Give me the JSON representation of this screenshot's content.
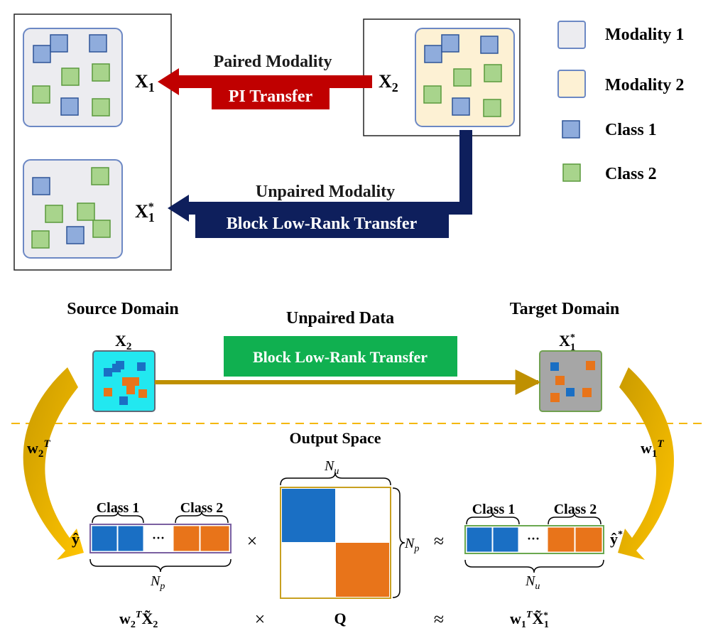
{
  "top": {
    "x1_label": "X",
    "x1_sub": "1",
    "x2_label": "X",
    "x2_sub": "2",
    "x1star_label": "X",
    "x1star_sub": "1",
    "x1star_sup": "*",
    "paired_modality": "Paired Modality",
    "pi_transfer": "PI Transfer",
    "unpaired_modality": "Unpaired Modality",
    "block_low_rank_transfer": "Block Low-Rank Transfer",
    "colors": {
      "modality1": "#ececf0",
      "modality2": "#fdf1d4",
      "class1": "#8facdc",
      "class2": "#a8d48c",
      "pi_arrow": "#c00000",
      "blr_arrow": "#0e1f5c"
    }
  },
  "legend": {
    "items": [
      {
        "label": "Modality 1",
        "color": "#ececf0",
        "border": "#6c88c4"
      },
      {
        "label": "Modality 2",
        "color": "#fdf1d4",
        "border": "#6c88c4"
      },
      {
        "label": "Class 1",
        "color": "#8facdc",
        "border": "#2e5597"
      },
      {
        "label": "Class 2",
        "color": "#a8d48c",
        "border": "#5a9a3c"
      }
    ]
  },
  "bottom": {
    "source_domain": "Source Domain",
    "target_domain": "Target Domain",
    "unpaired_data": "Unpaired Data",
    "block_low_rank_transfer": "Block Low-Rank Transfer",
    "output_space": "Output Space",
    "source_x": "X",
    "source_x_sub": "2",
    "target_x": "X",
    "target_x_sub": "1",
    "target_x_sup": "*",
    "w2t": "w",
    "w2t_sub": "2",
    "w2t_sup": "T",
    "w1t": "w",
    "w1t_sub": "1",
    "w1t_sup": "T",
    "y_hat": "ŷ",
    "y_hat_star": "ŷ",
    "y_hat_star_sup": "*",
    "class1": "Class 1",
    "class2": "Class 2",
    "dots": "···",
    "np": "N",
    "np_sub": "p",
    "nu": "N",
    "nu_sub": "u",
    "times": "×",
    "approx": "≈",
    "eq_left_w": "w",
    "eq_left_w_sub": "2",
    "eq_left_w_sup": "T",
    "eq_left_x": "X̃",
    "eq_left_x_sub": "2",
    "eq_q": "Q",
    "eq_right_w": "w",
    "eq_right_w_sub": "1",
    "eq_right_w_sup": "T",
    "eq_right_x": "X̃",
    "eq_right_x_sub": "1",
    "eq_right_x_sup": "*",
    "colors": {
      "blue": "#1a6fc4",
      "orange": "#e8741a",
      "gold": "#f5b800",
      "arrow_gold": "#bf9000",
      "green_box": "#10b050",
      "cyan": "#22e8f0",
      "gray_box": "#a6a6a6"
    }
  }
}
